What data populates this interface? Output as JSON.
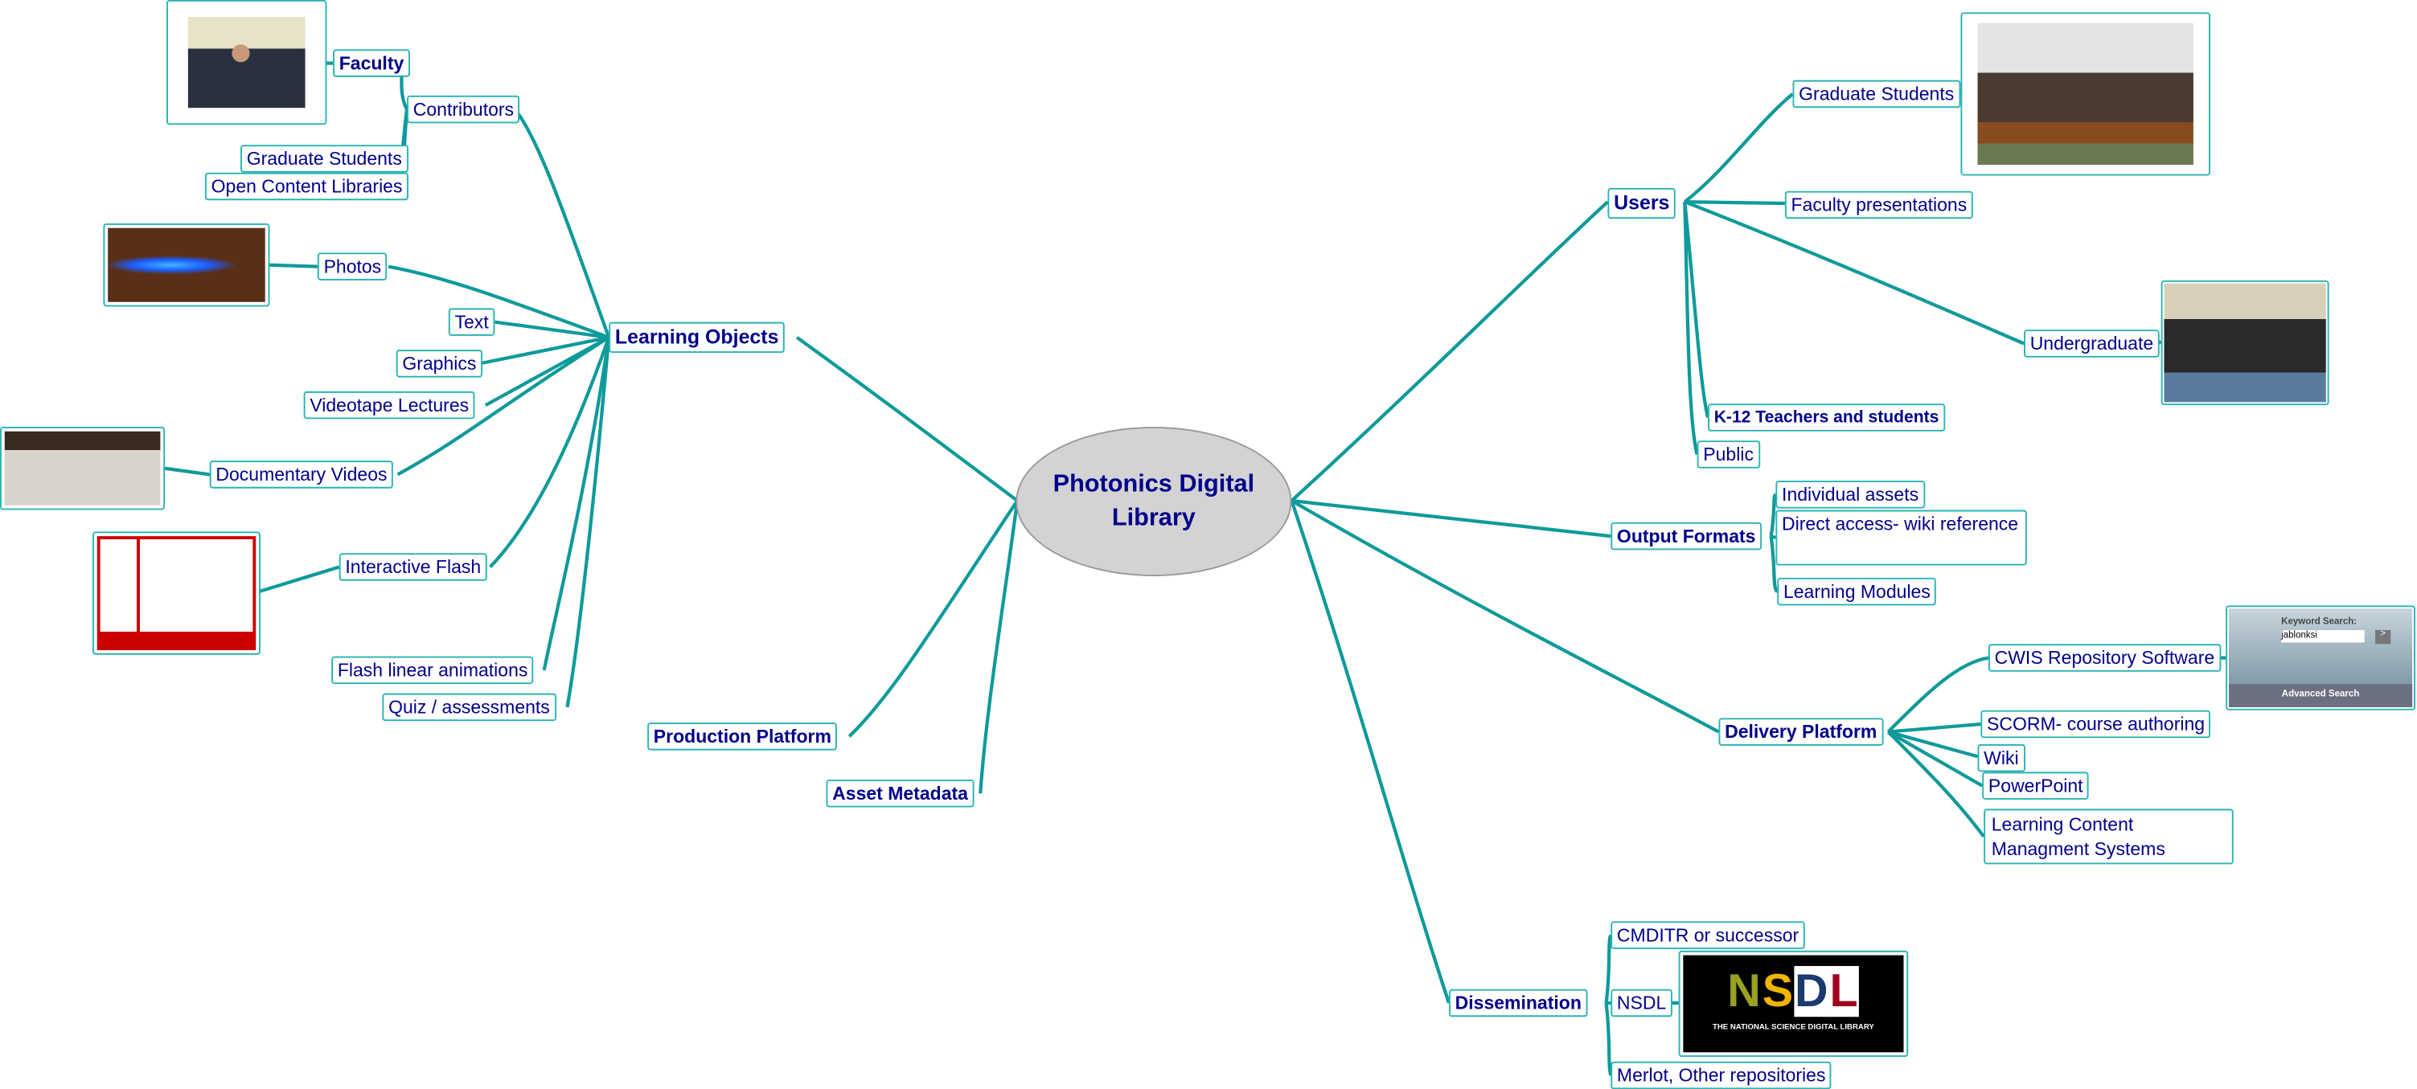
{
  "central": "Photonics Digital Library",
  "left": {
    "learning_objects": "Learning Objects",
    "contributors": "Contributors",
    "faculty": "Faculty",
    "graduate_students": "Graduate Students",
    "open_content": "Open Content Libraries",
    "photos": "Photos",
    "text": "Text",
    "graphics": "Graphics",
    "videotape": "Videotape Lectures",
    "documentary": "Documentary Videos",
    "interactive_flash": "Interactive Flash",
    "flash_linear": "Flash linear animations",
    "quiz": "Quiz / assessments",
    "production_platform": "Production Platform",
    "asset_metadata": "Asset Metadata"
  },
  "right": {
    "users": "Users",
    "graduate_students": "Graduate Students",
    "faculty_presentations": "Faculty presentations",
    "undergraduate": "Undergraduate",
    "k12": "K-12 Teachers and students",
    "public": "Public",
    "output_formats": "Output Formats",
    "individual_assets": "Individual assets",
    "direct_access": "Direct access- wiki reference",
    "learning_modules": "Learning Modules",
    "delivery_platform": "Delivery Platform",
    "cwis": "CWIS Repository Software",
    "scorm": "SCORM- course authoring",
    "wiki": "Wiki",
    "powerpoint": "PowerPoint",
    "lcms": "Learning Content Managment Systems",
    "dissemination": "Dissemination",
    "cmditr": "CMDITR or successor",
    "nsdl": "NSDL",
    "merlot": "Merlot, Other repositories"
  },
  "cwis_widget": {
    "label": "Keyword Search:",
    "value": "jablonksi",
    "go": ">",
    "advanced": "Advanced Search"
  },
  "nsdl_logo": {
    "letters": "NSDL",
    "tagline": "THE NATIONAL SCIENCE DIGITAL LIBRARY"
  },
  "colors": {
    "line": "#0e9a9a",
    "text": "#00008b",
    "center": "#d3d3d3"
  }
}
